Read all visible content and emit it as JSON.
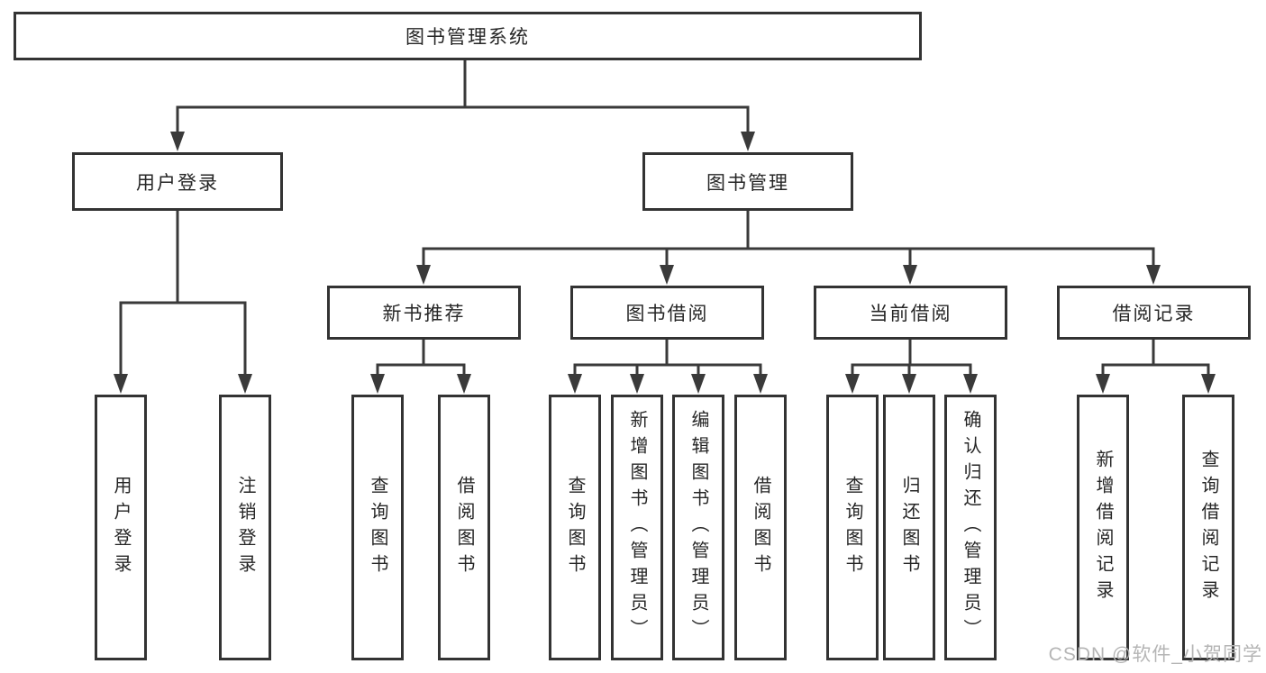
{
  "diagram": {
    "root": {
      "label": "图书管理系统"
    },
    "branches": [
      {
        "label": "用户登录",
        "leaves": [
          {
            "label": "用户登录"
          },
          {
            "label": "注销登录"
          }
        ]
      },
      {
        "label": "图书管理",
        "groups": [
          {
            "label": "新书推荐",
            "leaves": [
              {
                "label": "查询图书"
              },
              {
                "label": "借阅图书"
              }
            ]
          },
          {
            "label": "图书借阅",
            "leaves": [
              {
                "label": "查询图书"
              },
              {
                "label": "新增图书（管理员）"
              },
              {
                "label": "编辑图书（管理员）"
              },
              {
                "label": "借阅图书"
              }
            ]
          },
          {
            "label": "当前借阅",
            "leaves": [
              {
                "label": "查询图书"
              },
              {
                "label": "归还图书"
              },
              {
                "label": "确认归还（管理员）"
              }
            ]
          },
          {
            "label": "借阅记录",
            "leaves": [
              {
                "label": "新增借阅记录"
              },
              {
                "label": "查询借阅记录"
              }
            ]
          }
        ]
      }
    ]
  },
  "watermark": {
    "text": "CSDN @软件_小贺同学",
    "color": "#b5b5b5"
  },
  "colors": {
    "background": "#ffffff",
    "line": "#3a3a3a",
    "box_border": "#333333",
    "text": "#262626"
  }
}
